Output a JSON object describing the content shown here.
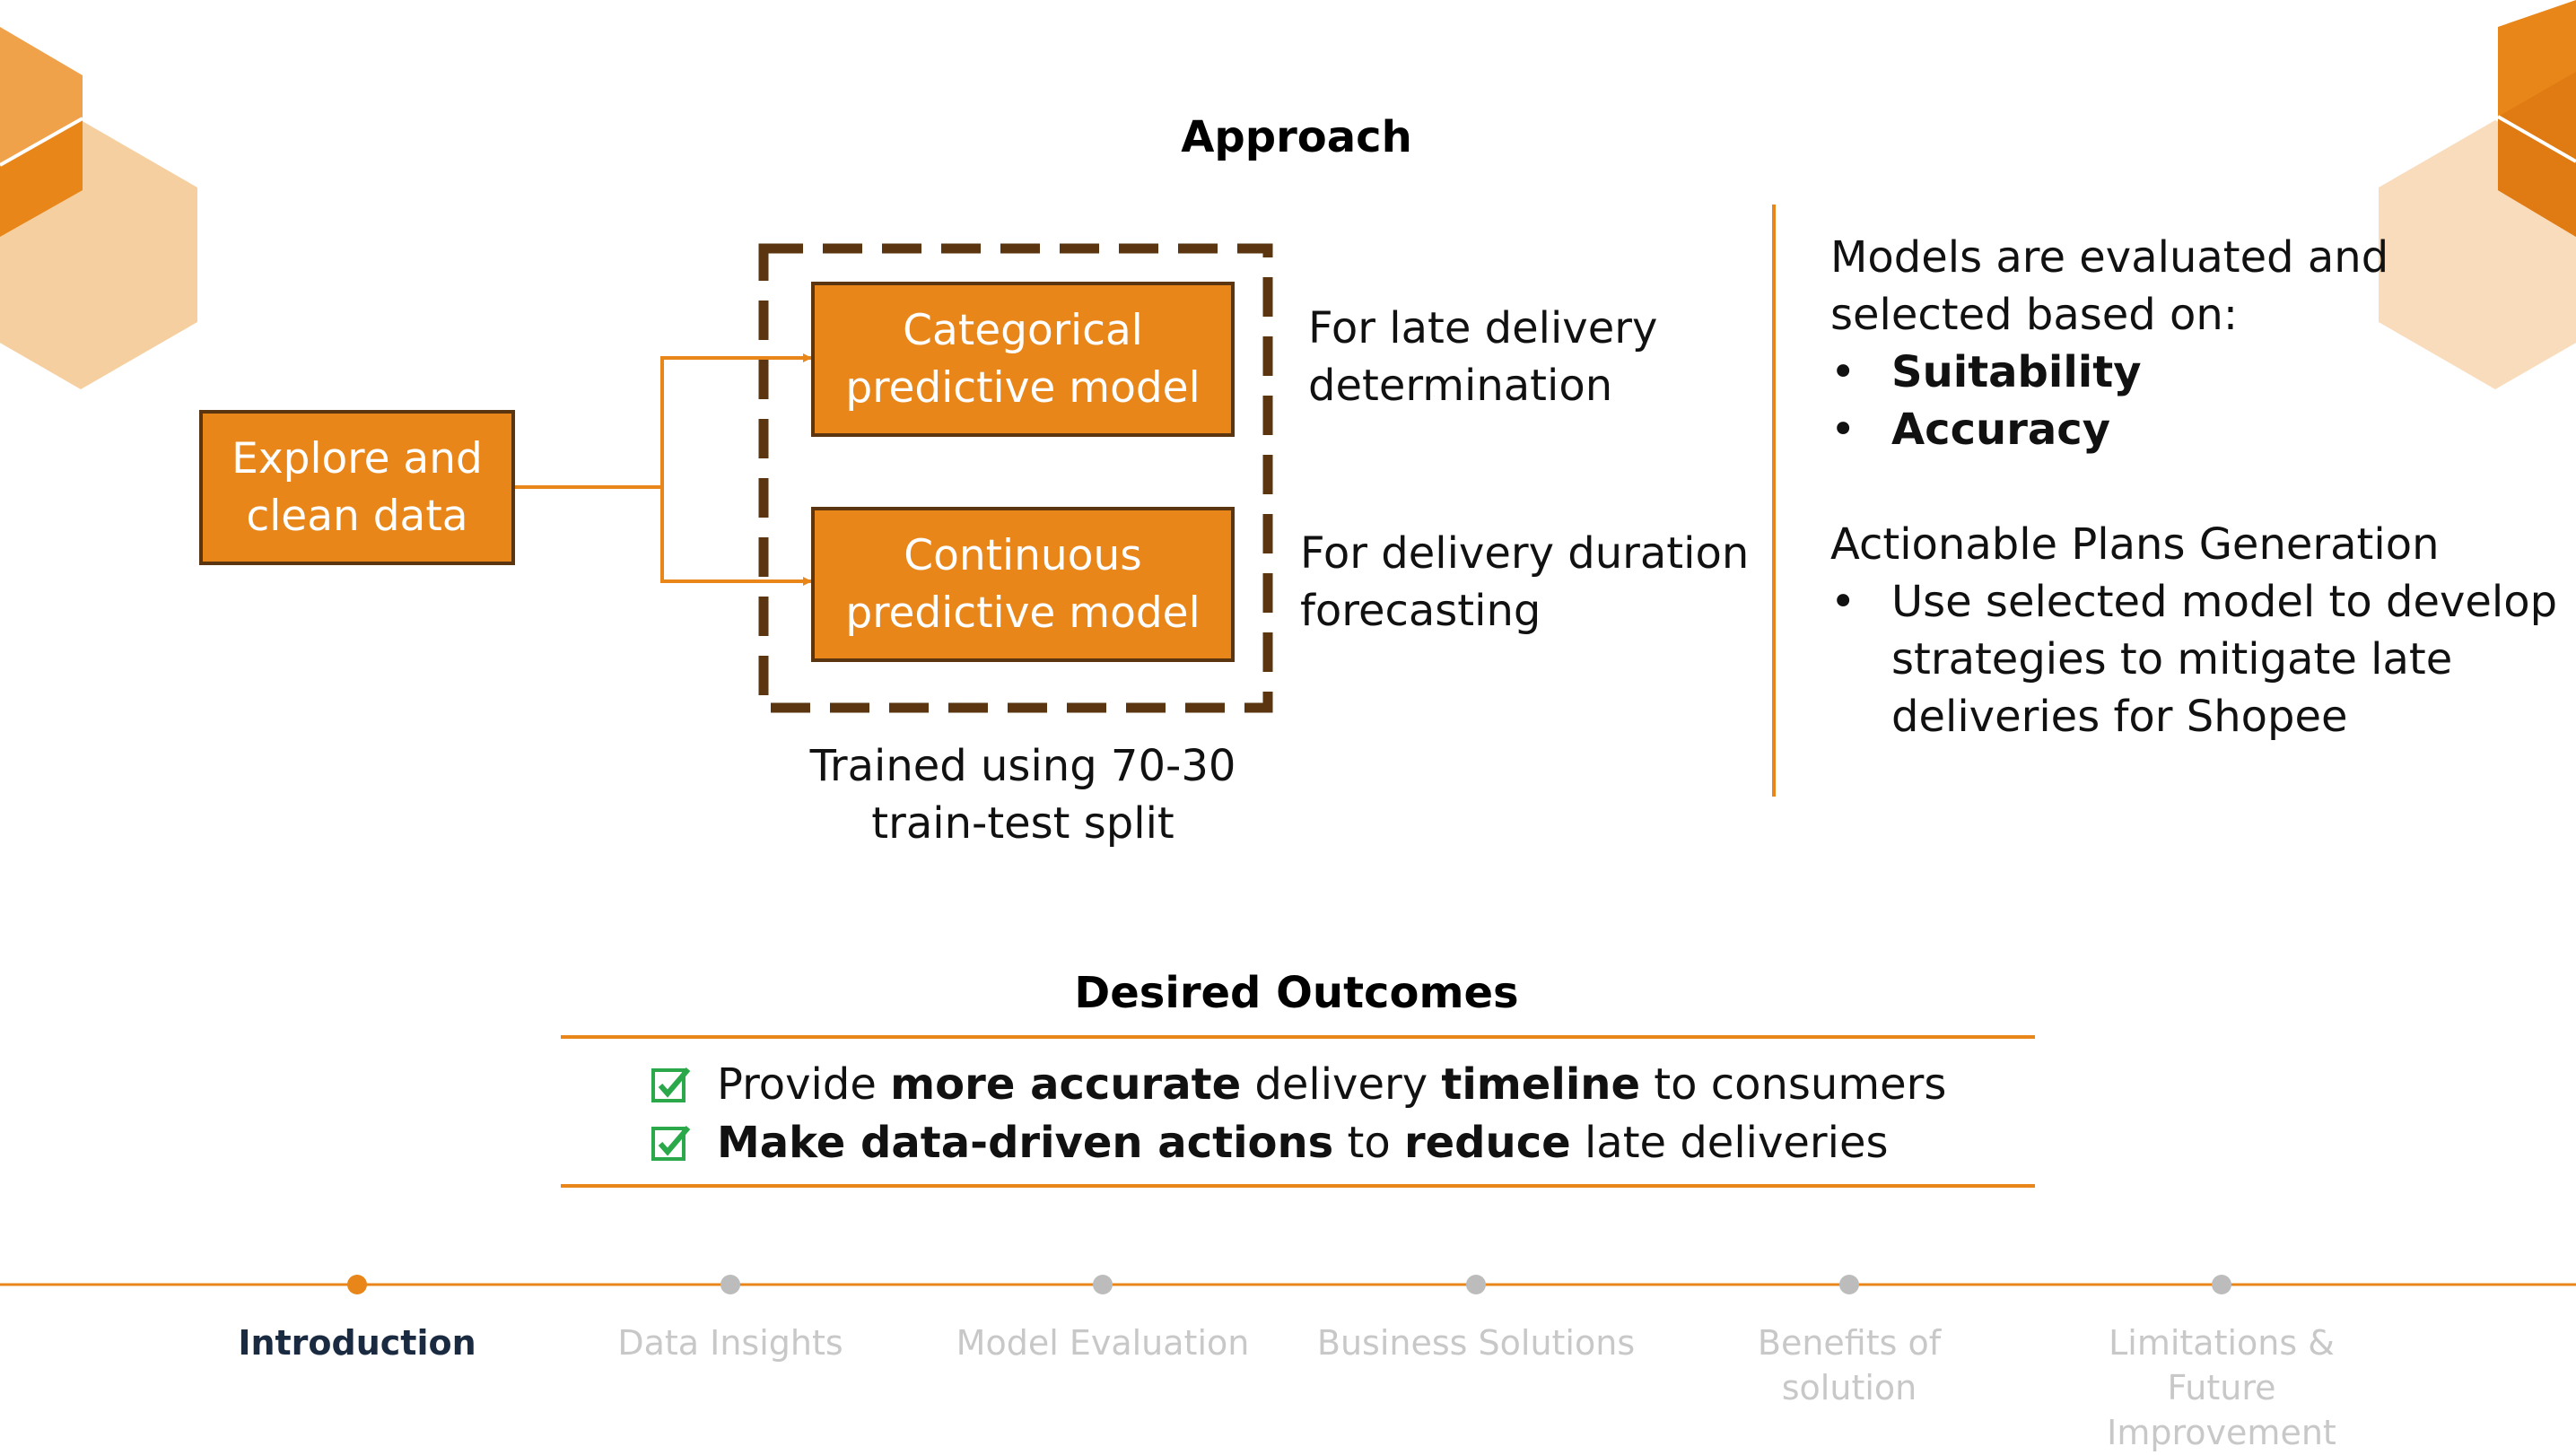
{
  "colors": {
    "accent": "#e8861a",
    "box_border": "#5a3510",
    "dashed": "#5a3510",
    "hex_light": "#f5cfa0",
    "nav_inactive": "#c8c8c8",
    "nav_active": "#1a2a40",
    "check_green": "#2aa84a"
  },
  "approach": {
    "title": "Approach",
    "source_box": "Explore and\nclean data",
    "model_categorical": "Categorical\npredictive model",
    "model_continuous": "Continuous\npredictive model",
    "caption_categorical": "For late delivery\ndetermination",
    "caption_continuous": "For delivery duration\nforecasting",
    "caption_training": "Trained using 70-30\ntrain-test split"
  },
  "evaluation": {
    "intro": "Models are evaluated and\nselected based on:",
    "criteria": [
      "Suitability",
      "Accuracy"
    ],
    "plans_heading": "Actionable Plans Generation",
    "plans_bullet": "Use selected model to develop\nstrategies to mitigate late\ndeliveries for Shopee"
  },
  "outcomes": {
    "title": "Desired Outcomes",
    "row1": {
      "p1": "Provide ",
      "b1": "more accurate",
      "p2": " delivery ",
      "b2": "timeline",
      "p3": " to consumers"
    },
    "row2": {
      "b1": "Make data-driven actions",
      "p1": " to ",
      "b2": "reduce",
      "p2": " late deliveries"
    }
  },
  "nav": {
    "items": [
      {
        "label": "Introduction",
        "active": true
      },
      {
        "label": "Data Insights",
        "active": false
      },
      {
        "label": "Model Evaluation",
        "active": false
      },
      {
        "label": "Business Solutions",
        "active": false
      },
      {
        "label": "Benefits of\nsolution",
        "active": false
      },
      {
        "label": "Limitations & Future\nImprovement",
        "active": false
      }
    ]
  },
  "icons": {
    "decor": "hexagon-decoration",
    "check": "checkbox-checked-icon"
  }
}
